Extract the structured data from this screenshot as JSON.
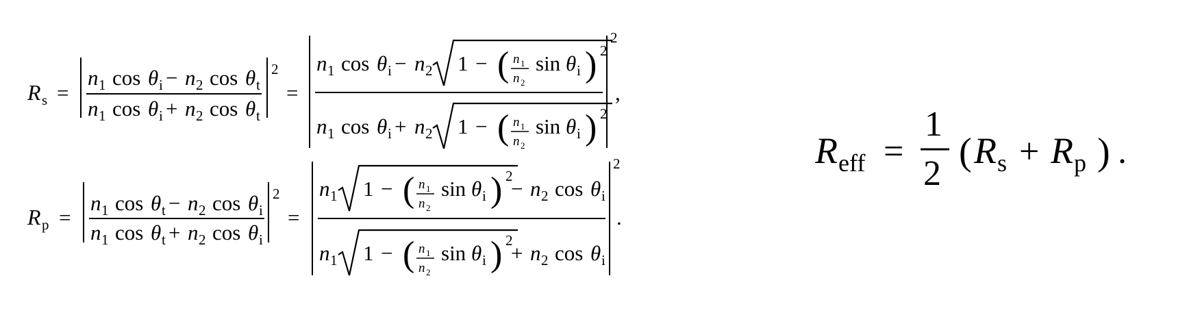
{
  "equations": {
    "rs": {
      "lhs_sym": "R",
      "lhs_sub": "s",
      "simple_num": "n1 cos θi − n2 cos θt",
      "simple_den": "n1 cos θi + n2 cos θt",
      "full_num": "n1 cos θi − n2 √(1 − ((n1/n2) sin θi)²)",
      "full_den": "n1 cos θi + n2 √(1 − ((n1/n2) sin θi)²)",
      "exponent": "2",
      "trailing": ","
    },
    "rp": {
      "lhs_sym": "R",
      "lhs_sub": "p",
      "simple_num": "n1 cos θt − n2 cos θi",
      "simple_den": "n1 cos θt + n2 cos θi",
      "full_num": "n1 √(1 − ((n1/n2) sin θi)²) − n2 cos θi",
      "full_den": "n1 √(1 − ((n1/n2) sin θi)²) + n2 cos θi",
      "exponent": "2",
      "trailing": "."
    },
    "reff": {
      "lhs_sym": "R",
      "lhs_sub": "eff",
      "frac_num": "1",
      "frac_den": "2",
      "term1_sym": "R",
      "term1_sub": "s",
      "term2_sym": "R",
      "term2_sub": "p",
      "trailing": "."
    }
  }
}
